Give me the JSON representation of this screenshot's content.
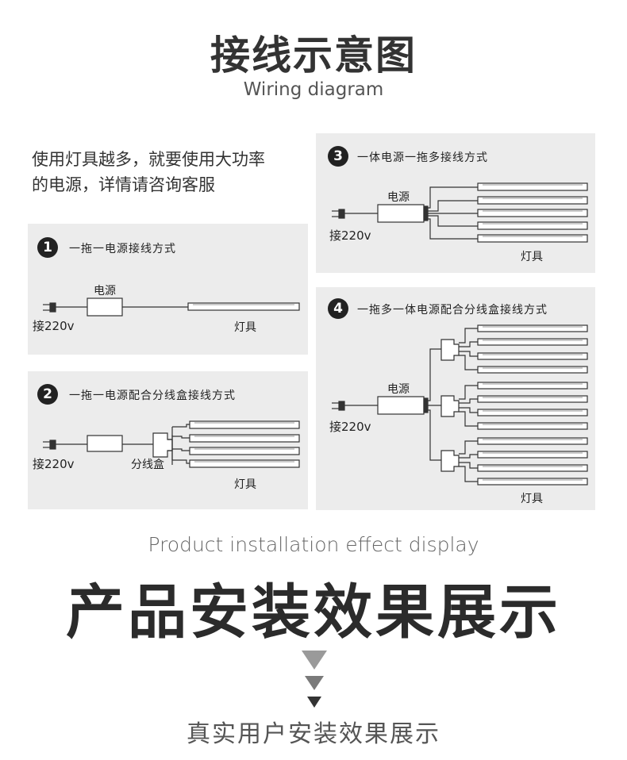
{
  "header": {
    "title_cn": "接线示意图",
    "title_en": "Wiring diagram"
  },
  "intro": {
    "line1": "使用灯具越多，就要使用大功率",
    "line2": "的电源，详情请咨询客服"
  },
  "labels": {
    "power_supply": "电源",
    "input_220v": "接220v",
    "lamps": "灯具",
    "junction_box": "分线盒"
  },
  "panels": [
    {
      "number": "1",
      "title": "一拖一电源接线方式"
    },
    {
      "number": "2",
      "title": "一拖一电源配合分线盒接线方式"
    },
    {
      "number": "3",
      "title": "一体电源一拖多接线方式"
    },
    {
      "number": "4",
      "title": "一拖多一体电源配合分线盒接线方式"
    }
  ],
  "display": {
    "title_en": "Product installation effect display",
    "title_cn": "产品安装效果展示",
    "footer_cn": "真实用户安装效果展示"
  },
  "colors": {
    "panel_bg": "#ececec",
    "text_dark": "#222222",
    "arrow_gray": "#9a9a9a",
    "arrow_dark": "#333333"
  }
}
